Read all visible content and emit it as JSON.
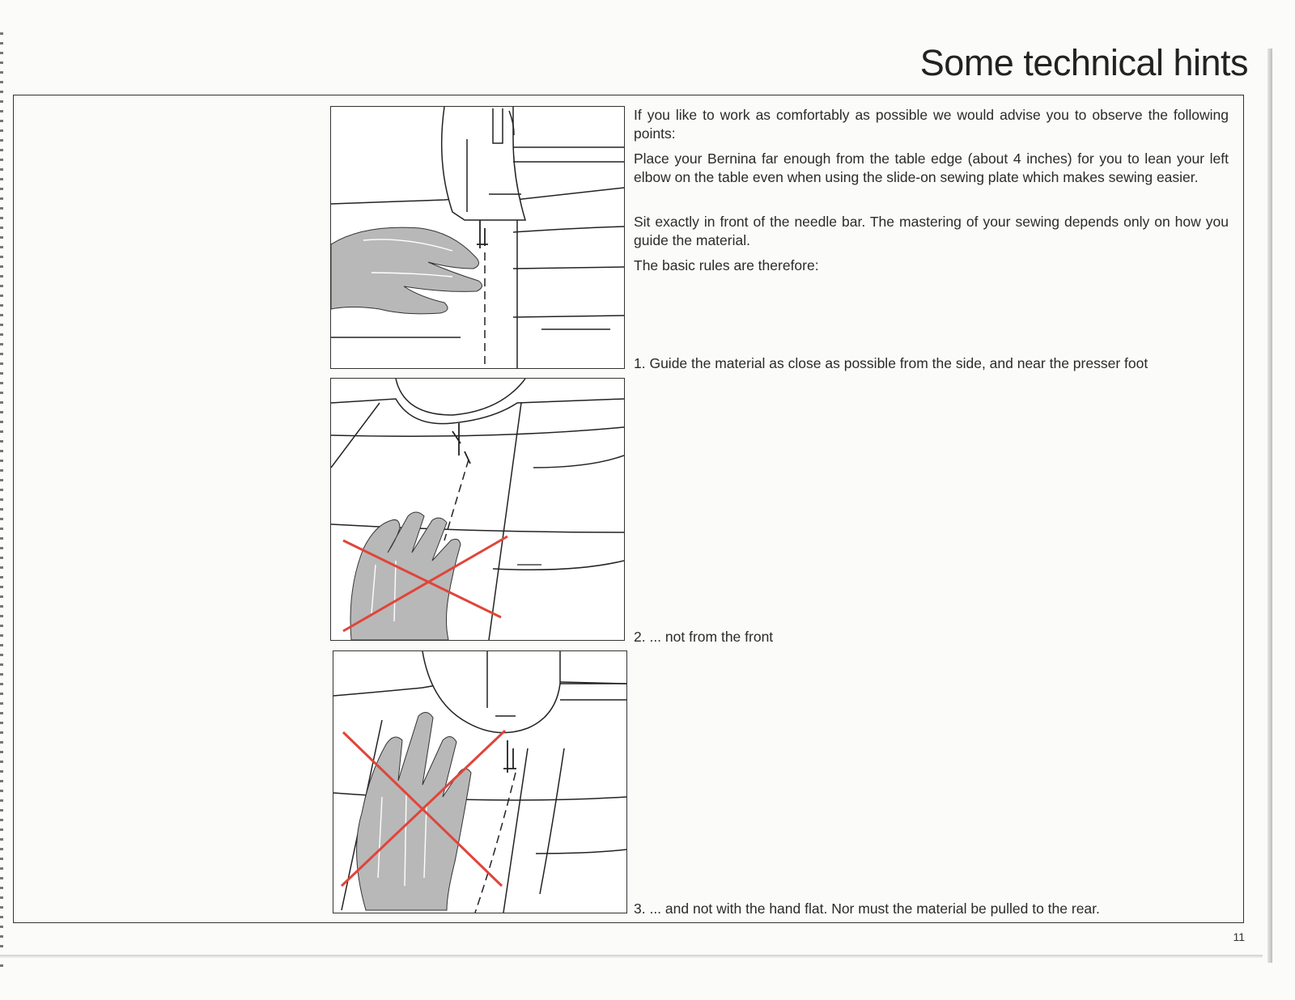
{
  "title": "Some technical hints",
  "intro": {
    "paragraphs": [
      "If you like to work as comfortably as possible we would advise you to observe the following points:",
      "Place your Bernina far enough from the table edge (about 4 inches) for you to lean your left elbow on the table even when using the slide-on sewing plate which makes sewing easier.",
      "Sit exactly in front of the needle bar. The mastering of your sewing depends only on how you guide the material.",
      "The basic rules are therefore:"
    ]
  },
  "rules": [
    {
      "caption": "1. Guide the material as close as possible from the side, and near the presser foot",
      "crossed_out": false
    },
    {
      "caption": "2. ... not from the front",
      "crossed_out": true
    },
    {
      "caption": "3. ... and not with the hand flat. Nor must the material be pulled to the rear.",
      "crossed_out": true
    }
  ],
  "page_number": "11",
  "colors": {
    "cross": "#e0453a",
    "hand": "#b8b8b8",
    "ink": "#222222"
  }
}
